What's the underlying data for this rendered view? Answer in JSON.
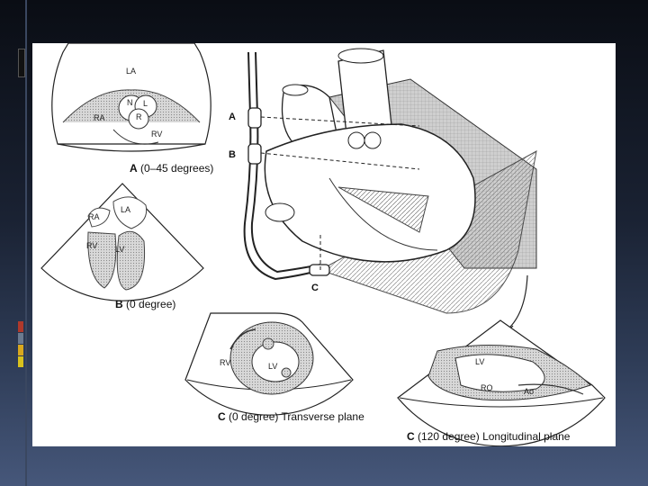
{
  "figure": {
    "caption_a": {
      "letter": "A",
      "text": "(0–45 degrees)"
    },
    "caption_b": {
      "letter": "B",
      "text": "(0 degree)"
    },
    "caption_c1": {
      "letter": "C",
      "text": "(0 degree) Transverse plane"
    },
    "caption_c2": {
      "letter": "C",
      "text": "(120 degree) Longitudinal plane"
    },
    "probe_labels": {
      "a": "A",
      "b": "B",
      "c": "C"
    },
    "panel_a_labels": {
      "la": "LA",
      "n": "N",
      "l": "L",
      "r": "R",
      "ra": "RA",
      "rv": "RV"
    },
    "panel_b_labels": {
      "la": "LA",
      "ra": "RA",
      "rv": "RV",
      "lv": "LV"
    },
    "panel_c1_labels": {
      "rv": "RV",
      "lv": "LV"
    },
    "panel_c2_labels": {
      "lv": "LV",
      "ro": "RO",
      "ao": "Ao"
    }
  }
}
